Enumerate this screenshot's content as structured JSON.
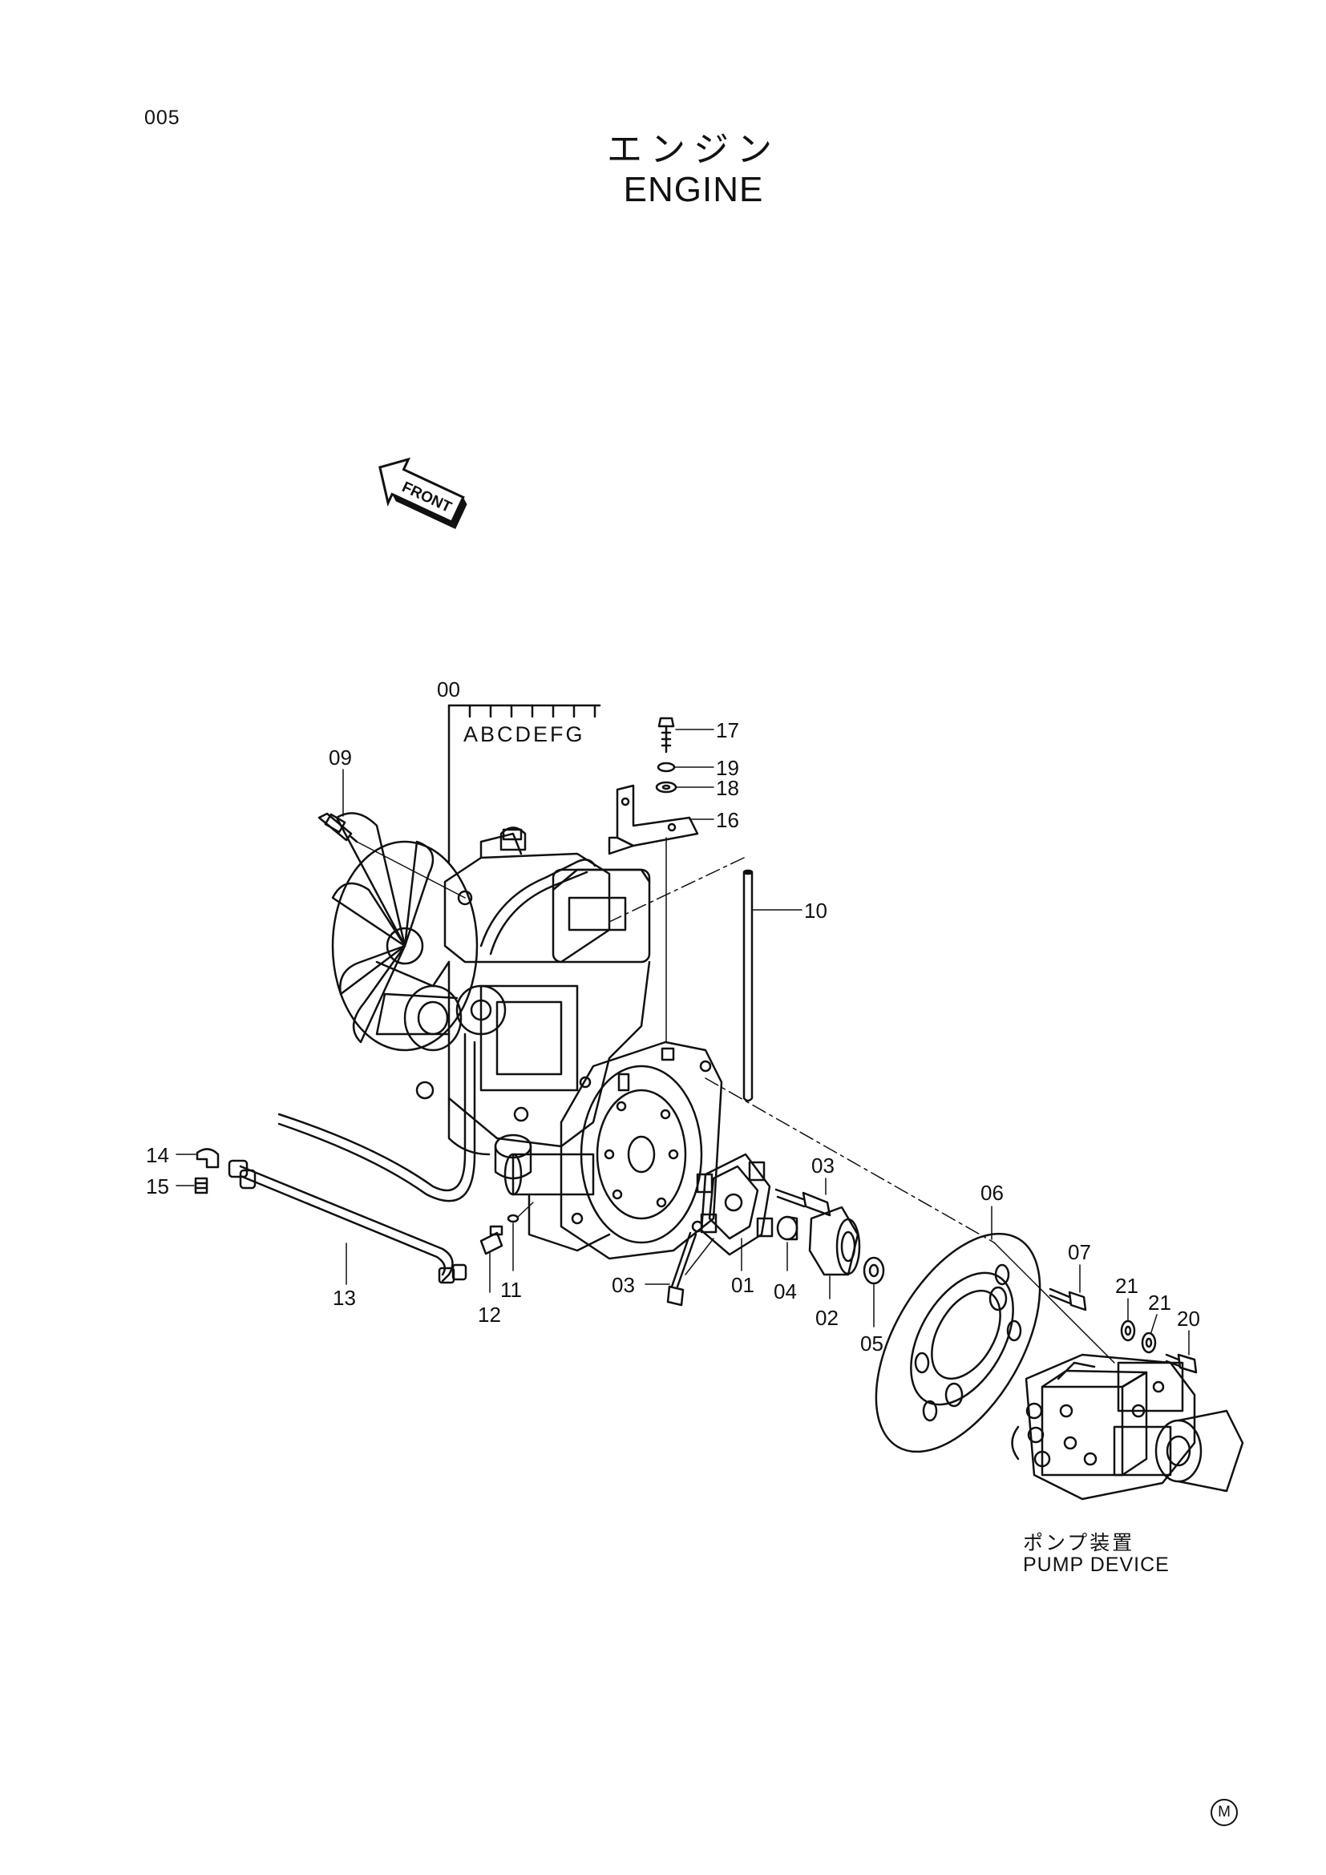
{
  "page_number": "005",
  "title_jp": "エンジン",
  "title_en": "ENGINE",
  "front_label": "FRONT",
  "assembly_variants": "ABCDEFG",
  "pump_device_jp": "ポンプ装置",
  "pump_device_en": "PUMP DEVICE",
  "footer_mark": "M",
  "callouts": {
    "c00": "00",
    "c01": "01",
    "c02": "02",
    "c03a": "03",
    "c03b": "03",
    "c04": "04",
    "c05": "05",
    "c06": "06",
    "c07": "07",
    "c09": "09",
    "c10": "10",
    "c11": "11",
    "c12": "12",
    "c13": "13",
    "c14": "14",
    "c15": "15",
    "c16": "16",
    "c17": "17",
    "c18": "18",
    "c19": "19",
    "c20": "20",
    "c21a": "21",
    "c21b": "21"
  }
}
